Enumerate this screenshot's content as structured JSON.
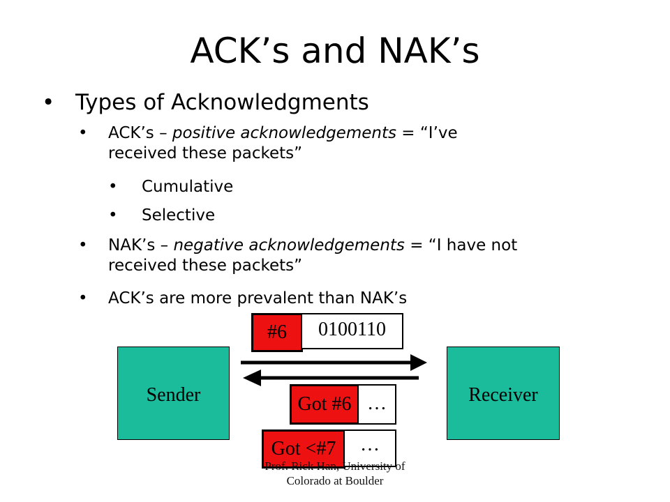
{
  "slide": {
    "title": "ACK’s and NAK’s",
    "heading": "Types of Acknowledgments",
    "bullet_char": "•",
    "ack_term": "ACK’s –",
    "ack_italic": "positive acknowledgements",
    "ack_rest_line1": "= “I’ve",
    "ack_line2": "received these packets”",
    "sub_cumulative": "Cumulative",
    "sub_selective": "Selective",
    "nak_term": "NAK’s –",
    "nak_italic": "negative acknowledgements",
    "nak_rest_line1": "= “I have not",
    "nak_line2": "received these packets”",
    "prevalence": "ACK’s are more prevalent than NAK’s"
  },
  "diagram": {
    "packet_seq": "#6",
    "packet_payload": "0100110",
    "sender_label": "Sender",
    "receiver_label": "Receiver",
    "ack1_label": "Got #6",
    "ack1_rest": "…",
    "ack2_label": "Got <#7",
    "ack2_rest": "…",
    "colors": {
      "node": "#1abc9c",
      "packet_red": "#ee1111"
    }
  },
  "footer": {
    "line1": "Prof. Rick Han, University of",
    "line2": "Colorado at Boulder"
  }
}
